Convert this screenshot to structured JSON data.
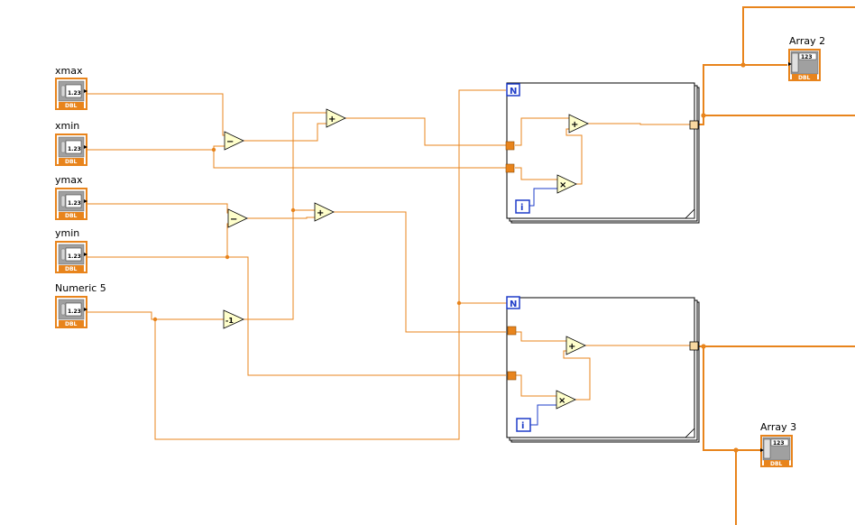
{
  "controls": [
    {
      "label": "xmax",
      "display": "1.23",
      "type": "DBL"
    },
    {
      "label": "xmin",
      "display": "1.23",
      "type": "DBL"
    },
    {
      "label": "ymax",
      "display": "1.23",
      "type": "DBL"
    },
    {
      "label": "ymin",
      "display": "1.23",
      "type": "DBL"
    },
    {
      "label": "Numeric 5",
      "display": "1.23",
      "type": "DBL"
    }
  ],
  "indicators": [
    {
      "label": "Array 2",
      "display": "123",
      "type": "DBL"
    },
    {
      "label": "Array 3",
      "display": "123",
      "type": "DBL"
    }
  ],
  "operators": {
    "subtract": "−",
    "add": "+",
    "multiply": "×",
    "decrement": "-1"
  },
  "loops": [
    {
      "count_terminal": "N",
      "iteration_terminal": "i"
    },
    {
      "count_terminal": "N",
      "iteration_terminal": "i"
    }
  ],
  "colors": {
    "double_wire": "#e8841c",
    "integer_wire": "#1e3cc8",
    "terminal_border": "#e8841c",
    "loop_border": "#000000",
    "node_fill": "#ffffcc"
  }
}
